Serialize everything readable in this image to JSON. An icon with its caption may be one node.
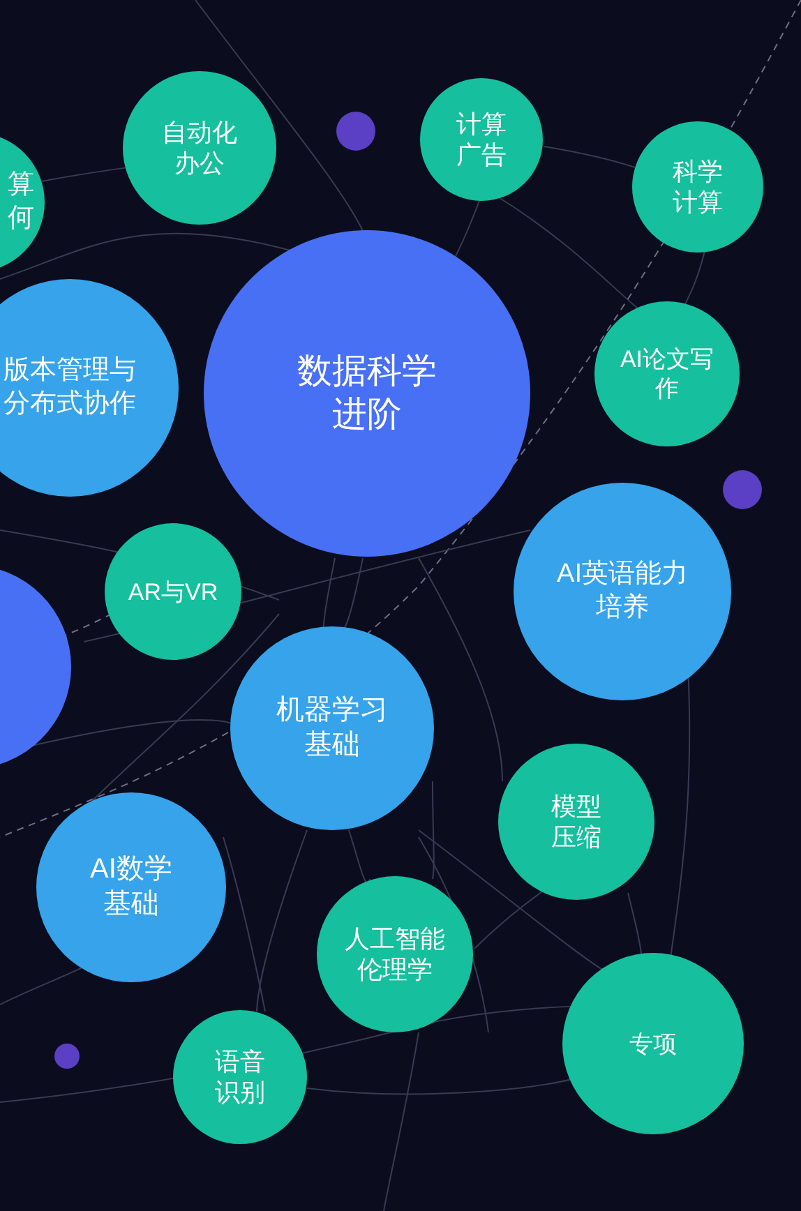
{
  "diagram": {
    "nodes": [
      {
        "text": [
          "算何"
        ]
      },
      {
        "text": [
          "自动化办公"
        ]
      },
      {
        "text": [
          "计算广告"
        ]
      },
      {
        "text": [
          "科学计算"
        ]
      },
      {
        "text": [
          "版本管理与分布式协作"
        ]
      },
      {
        "text": [
          "数据科学进阶"
        ]
      },
      {
        "text": [
          "AI论文写作"
        ]
      },
      {
        "text": [],
        "shape": "circle"
      },
      {
        "text": [
          "AR与VR"
        ]
      },
      {
        "text": [
          "AI英语能力培养"
        ]
      },
      {
        "text": [
          "机器学习基础"
        ]
      },
      {
        "text": [
          "模型压缩"
        ]
      },
      {
        "text": [
          "AI数学基础"
        ]
      },
      {
        "text": [
          "人工智能伦理学"
        ]
      },
      {
        "text": [
          "语音识别"
        ]
      },
      {
        "text": [
          "专项"
        ]
      }
    ]
  }
}
